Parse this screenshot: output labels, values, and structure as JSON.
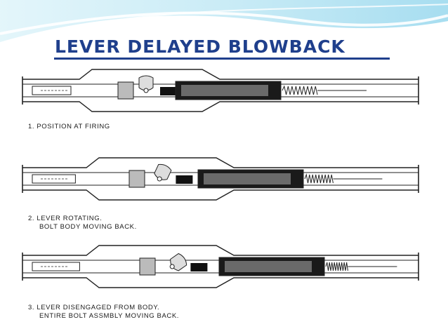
{
  "slide": {
    "title": "LEVER DELAYED BLOWBACK",
    "title_color": "#1f3f8c",
    "accent_color": "#8fd3e8"
  },
  "figure": {
    "stages": [
      {
        "caption_line1": "1.  POSITION AT FIRING",
        "caption_line2": ""
      },
      {
        "caption_line1": "2.  LEVER ROTATING.",
        "caption_line2": "BOLT BODY MOVING BACK."
      },
      {
        "caption_line1": "3.  LEVER DISENGAGED FROM BODY.",
        "caption_line2": "ENTIRE BOLT ASSMBLY MOVING BACK."
      }
    ]
  }
}
